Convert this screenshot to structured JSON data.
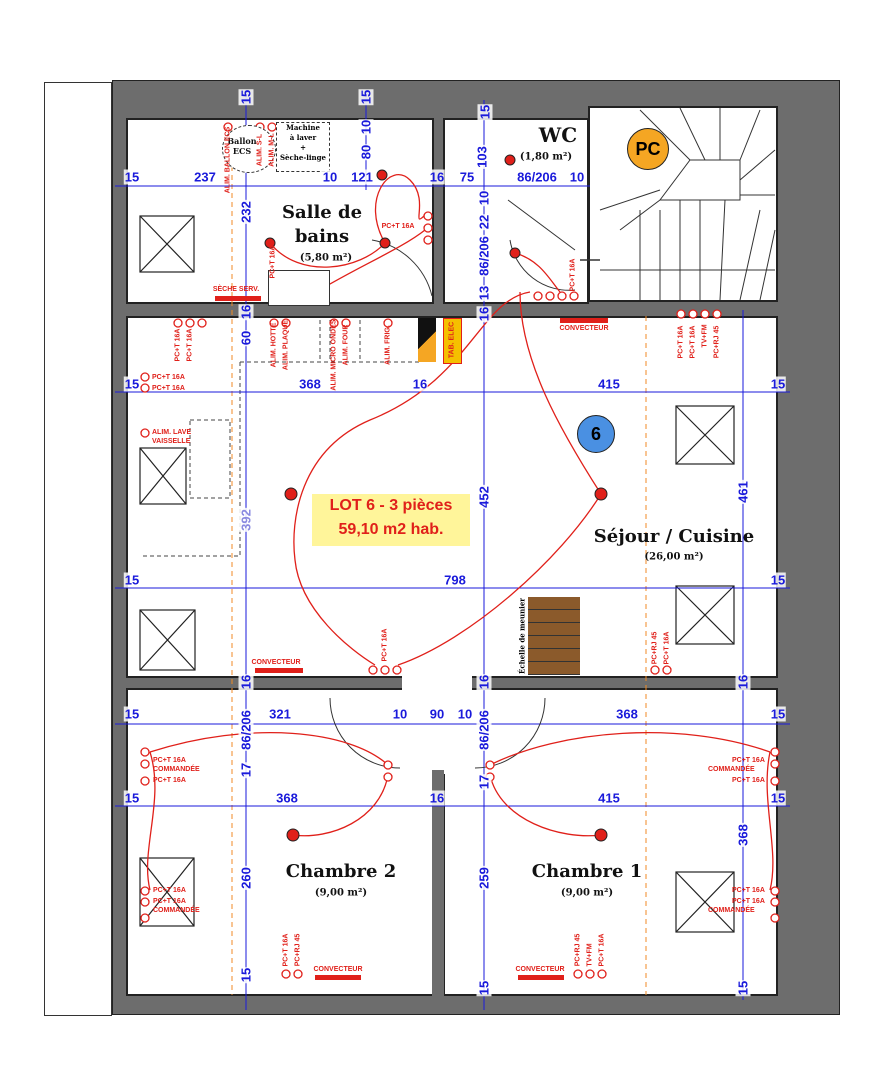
{
  "badges": {
    "pc": "PC",
    "lot_number": "6"
  },
  "lot": {
    "line1": "LOT 6 - 3 pièces",
    "line2": "59,10 m2 hab."
  },
  "rooms": {
    "salle_de_bains": {
      "name1": "Salle de",
      "name2": "bains",
      "area": "(5,80 m²)"
    },
    "wc": {
      "name": "WC",
      "area": "(1,80 m²)"
    },
    "sejour": {
      "name": "Séjour / Cuisine",
      "area": "(26,00 m²)"
    },
    "chambre2": {
      "name": "Chambre 2",
      "area": "(9,00 m²)"
    },
    "chambre1": {
      "name": "Chambre 1",
      "area": "(9,00 m²)"
    }
  },
  "fixtures": {
    "ballon": "Ballon ECS",
    "machine1": "Machine",
    "machine2": "à laver",
    "machine3": "+",
    "machine4": "Sèche-linge",
    "echelle": "Échelle de meunier",
    "tab_elec": "TAB. ELEC"
  },
  "dims": {
    "h1": [
      "15",
      "237",
      "10",
      "121",
      "16",
      "75",
      "86/206",
      "10"
    ],
    "top": [
      "15",
      "15",
      "15",
      "10",
      "80",
      "103"
    ],
    "wcv": [
      "10",
      "22",
      "86/206",
      "13",
      "16"
    ],
    "sdbv": [
      "232",
      "16",
      "60"
    ],
    "h2": [
      "15",
      "368",
      "16",
      "415",
      "15"
    ],
    "mid": [
      "392",
      "452",
      "461"
    ],
    "h3": [
      "15",
      "798",
      "15"
    ],
    "h4": [
      "16",
      "16",
      "16"
    ],
    "h5": [
      "15",
      "321",
      "10",
      "90",
      "10",
      "368",
      "15"
    ],
    "v5": [
      "86/206",
      "86/206",
      "17",
      "17"
    ],
    "h6": [
      "15",
      "368",
      "16",
      "415",
      "15"
    ],
    "low": [
      "368",
      "260",
      "259",
      "15",
      "15",
      "15"
    ]
  },
  "electrical": {
    "alim_ballon": "ALIM. BALLON ECS",
    "alim_sl": "ALIM. S-L",
    "alim_ml": "ALIM. M-L",
    "pct16": "PC+T 16A",
    "seche_serv": "SÈCHE SERV.",
    "convecteur": "CONVECTEUR",
    "alim_hotte": "ALIM. HOTTE",
    "alim_plaque": "ALIM. PLAQUE",
    "alim_micro": "ALIM. MICRO ONDES",
    "alim_four": "ALIM. FOUR",
    "alim_frig": "ALIM. FRIG.",
    "alim_lave": "ALIM. LAVE",
    "vaisselle": "VAISSELLE",
    "tvfm": "TV+FM",
    "pcrj45": "PC+RJ 45",
    "commandee": "COMMANDÉE"
  },
  "colors": {
    "dimension": "#1a1adb",
    "electrical": "#e0201a",
    "wall": "#6d6d6d",
    "pc_badge": "#f5a623",
    "lot_badge": "#4a90e2",
    "lot_bg": "#fff59a"
  }
}
